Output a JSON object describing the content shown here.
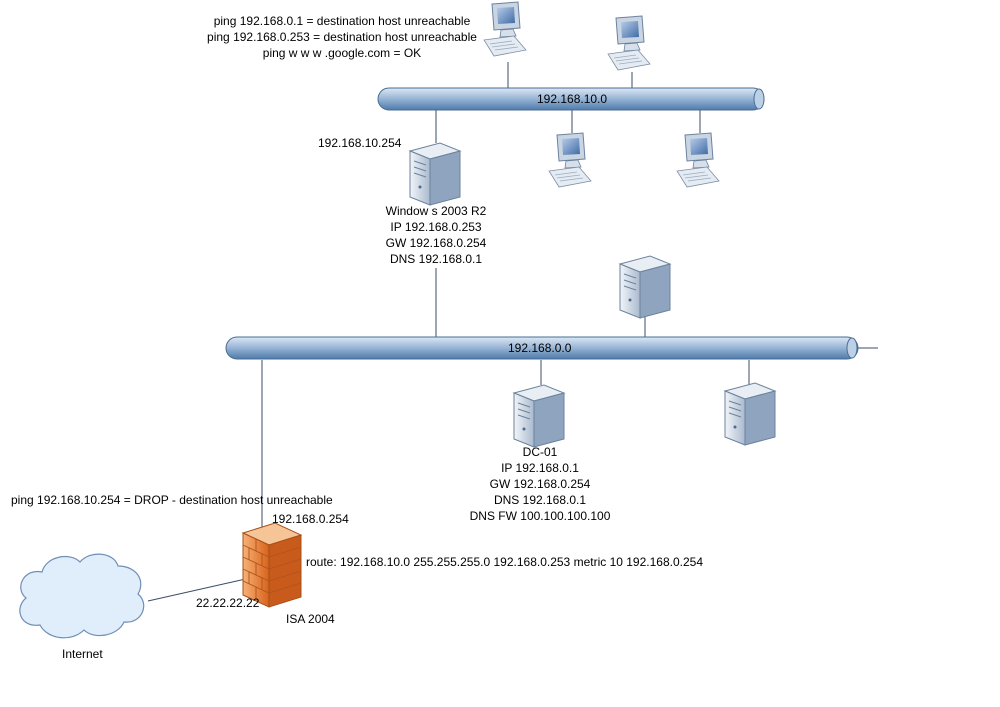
{
  "colors": {
    "bus_fill": "#8fb0d3",
    "bus_highlight": "#dce8f4",
    "bus_stroke": "#4a6d94",
    "link": "#3b4e68",
    "server_body": "#b9c7d6",
    "monitor": "#c9d5e2",
    "screen": "#5f86b8",
    "firewall": "#e2792c",
    "cloud_fill": "#dfeefa",
    "cloud_stroke": "#6f8fb4"
  },
  "icons": {
    "workstation": "workstation-icon",
    "server": "server-icon",
    "firewall": "firewall-icon",
    "cloud": "cloud-icon"
  },
  "top_ping_notes": [
    "ping 192.168.0.1 = destination host unreachable",
    "ping 192.168.0.253 = destination host unreachable",
    "ping w w w .google.com = OK"
  ],
  "buses": {
    "upper": "192.168.10.0",
    "lower": "192.168.0.0"
  },
  "router_server": {
    "upper_ip": "192.168.10.254",
    "lines": [
      "Window s 2003 R2",
      "IP 192.168.0.253",
      "GW 192.168.0.254",
      "DNS 192.168.0.1"
    ]
  },
  "dc01": {
    "lines": [
      "DC-01",
      "IP 192.168.0.1",
      "GW 192.168.0.254",
      "DNS 192.168.0.1",
      "DNS FW 100.100.100.100"
    ]
  },
  "isa": {
    "ping_note": "ping 192.168.10.254 = DROP - destination host unreachable",
    "internal_ip": "192.168.0.254",
    "route": "route: 192.168.10.0 255.255.255.0 192.168.0.253 metric 10 192.168.0.254",
    "external_ip": "22.22.22.22",
    "name": "ISA 2004"
  },
  "internet": {
    "label": "Internet"
  }
}
